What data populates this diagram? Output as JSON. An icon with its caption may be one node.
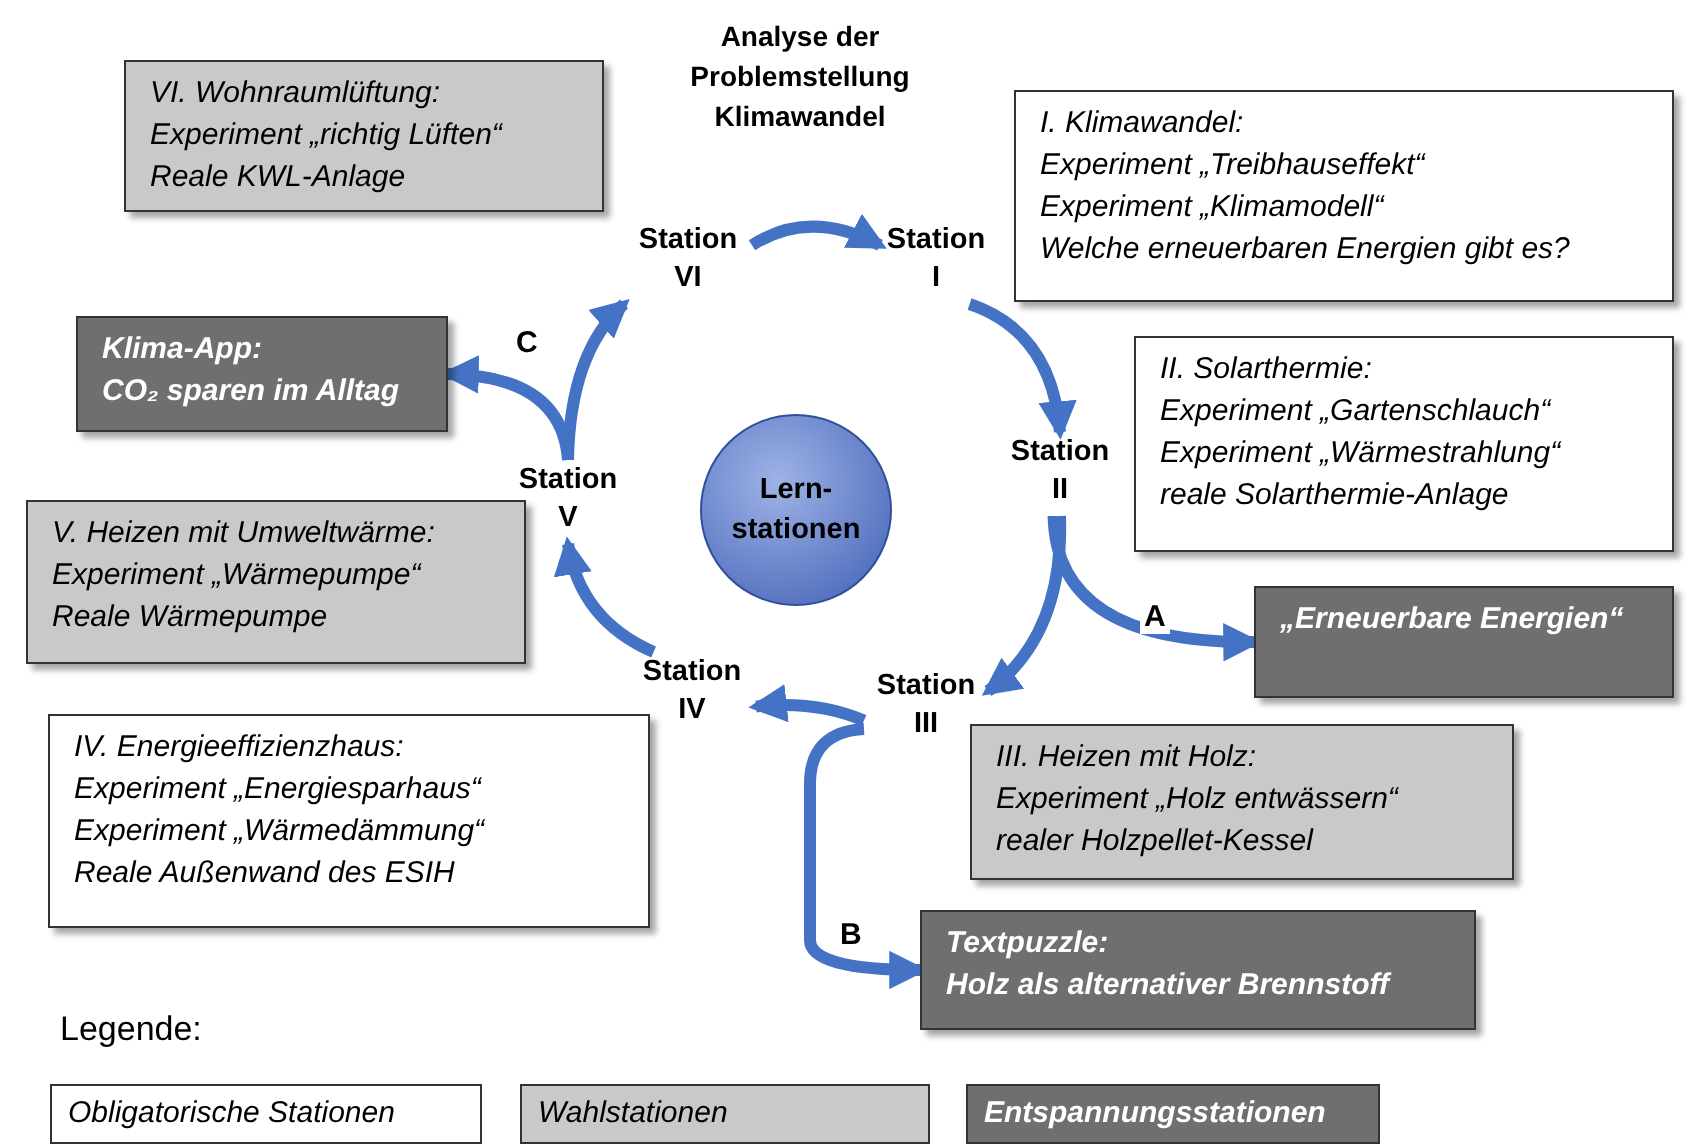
{
  "diagram": {
    "title": "Analyse der Problemstellung Klimawandel",
    "nodes": [
      {
        "text": [
          "VI. Wohnraumlüftung:",
          "Experiment „richtig Lüften“",
          "Reale KWL-Anlage"
        ]
      },
      {
        "text": [
          "Station VI"
        ]
      },
      {
        "text": [
          "Station I"
        ]
      },
      {
        "text": [
          "I. Klimawandel:",
          "Experiment „Treibhauseffekt“",
          "Experiment „Klimamodell“",
          "Welche erneuerbaren Energien gibt es?"
        ]
      },
      {
        "text": [
          "Klima-App:",
          "CO₂ sparen im Alltag"
        ]
      },
      {
        "text": [
          "Lern- stationen"
        ]
      },
      {
        "text": [
          "Station II"
        ]
      },
      {
        "text": [
          "II. Solarthermie:",
          "Experiment „Gartenschlauch“",
          "Experiment „Wärmestrahlung“",
          "reale Solarthermie-Anlage"
        ]
      },
      {
        "text": [
          "Station V"
        ]
      },
      {
        "text": [
          "V. Heizen mit Umweltwärme:",
          "Experiment „Wärmepumpe“",
          "Reale Wärmepumpe"
        ]
      },
      {
        "text": [
          "„Erneuerbare Energien“"
        ]
      },
      {
        "text": [
          "Station IV"
        ]
      },
      {
        "text": [
          "Station III"
        ]
      },
      {
        "text": [
          "IV. Energieeffizienzhaus:",
          "Experiment „Energiesparhaus“",
          "Experiment „Wärmedämmung“",
          "Reale Außenwand des ESIH"
        ]
      },
      {
        "text": [
          "III. Heizen mit Holz:",
          "Experiment „Holz entwässern“",
          "realer Holzpellet-Kessel"
        ]
      },
      {
        "text": [
          "Textpuzzle:",
          "Holz als alternativer Brennstoff"
        ]
      }
    ],
    "edges": [
      {
        "from": 1,
        "to": 2,
        "arrow": "to"
      },
      {
        "from": 2,
        "to": 6,
        "arrow": "to"
      },
      {
        "from": 6,
        "to": 12,
        "arrow": "to"
      },
      {
        "from": 12,
        "to": 11,
        "arrow": "to"
      },
      {
        "from": 11,
        "to": 8,
        "arrow": "to"
      },
      {
        "from": 8,
        "to": 1,
        "arrow": "to"
      },
      {
        "from": 6,
        "to": 10,
        "arrow": "to",
        "label": "A"
      },
      {
        "from": 12,
        "to": 15,
        "arrow": "to",
        "label": "B"
      },
      {
        "from": 8,
        "to": 4,
        "arrow": "to",
        "label": "C"
      }
    ],
    "labels": [
      "Legende:"
    ],
    "legend": [
      {
        "text": "Obligatorische Stationen",
        "color": "#ffffff"
      },
      {
        "text": "Wahlstationen",
        "color": "#c9c9c9"
      },
      {
        "text": "Entspannungsstationen",
        "color": "#6f6f6f"
      }
    ]
  }
}
